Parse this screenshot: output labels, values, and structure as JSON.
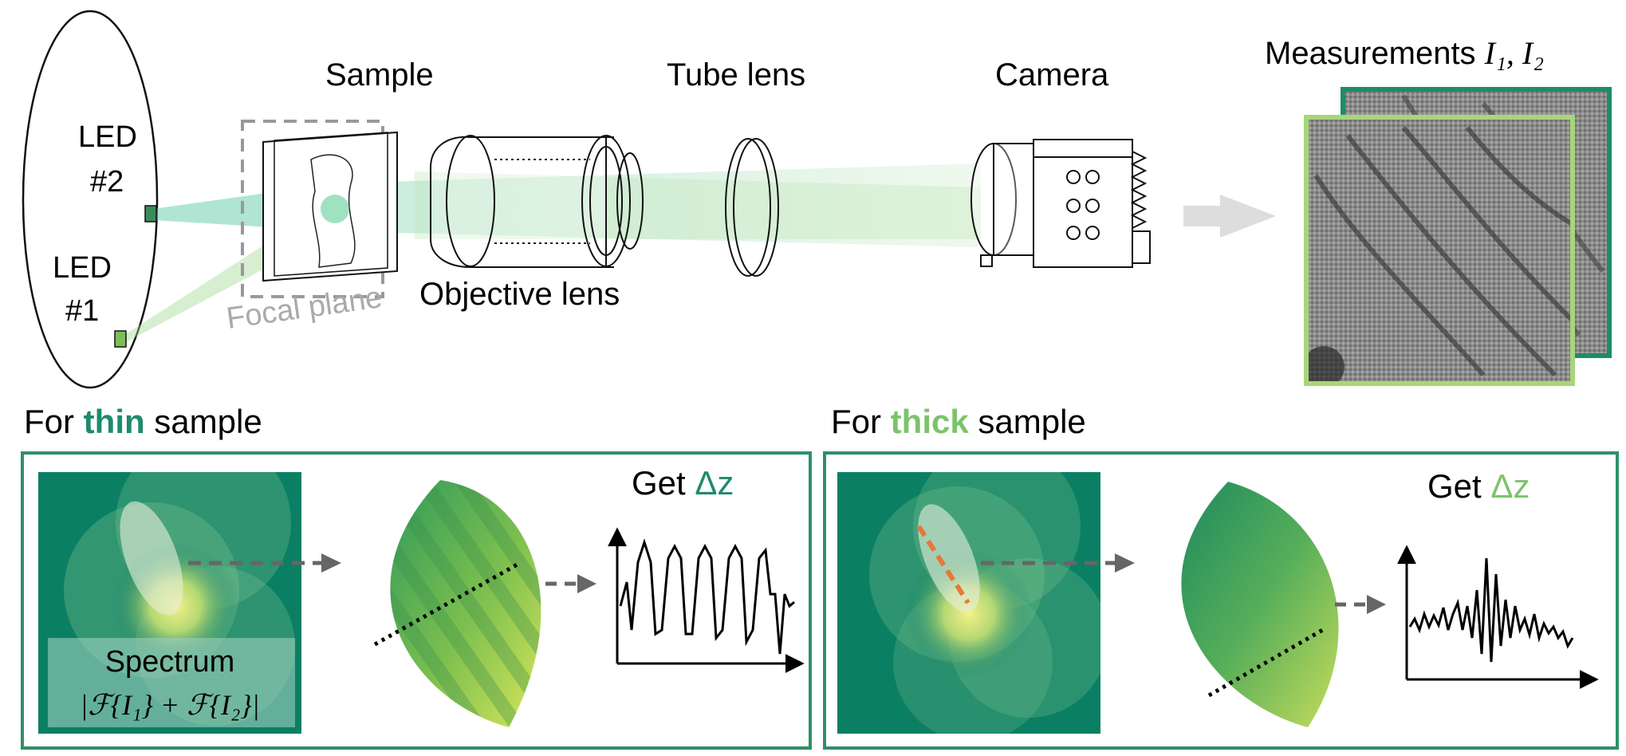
{
  "labels": {
    "led2_line1": "LED",
    "led2_line2": "#2",
    "led1_line1": "LED",
    "led1_line2": "#1",
    "sample": "Sample",
    "focal_plane": "Focal plane",
    "objective_lens": "Objective lens",
    "tube_lens": "Tube lens",
    "camera": "Camera",
    "measurements_prefix": "Measurements ",
    "measurements_math": "I₁, I₂"
  },
  "thin_panel": {
    "title_prefix": "For ",
    "title_highlight": "thin",
    "title_suffix": " sample",
    "get_prefix": "Get ",
    "get_highlight": "Δz",
    "spectrum_title": "Spectrum",
    "spectrum_formula": "|ℱ{I₁} + ℱ{I₂}|"
  },
  "thick_panel": {
    "title_prefix": "For ",
    "title_highlight": "thick",
    "title_suffix": " sample",
    "get_prefix": "Get ",
    "get_highlight": "Δz"
  },
  "colors": {
    "thin_accent": "#1f8a6c",
    "thick_accent": "#7cc36b",
    "panel_border": "#2e9068",
    "spectrum_bg": "#0b7f63",
    "arrow_gray": "#666666",
    "beam": "#9bd79a",
    "dash_orange": "#e8773a"
  }
}
